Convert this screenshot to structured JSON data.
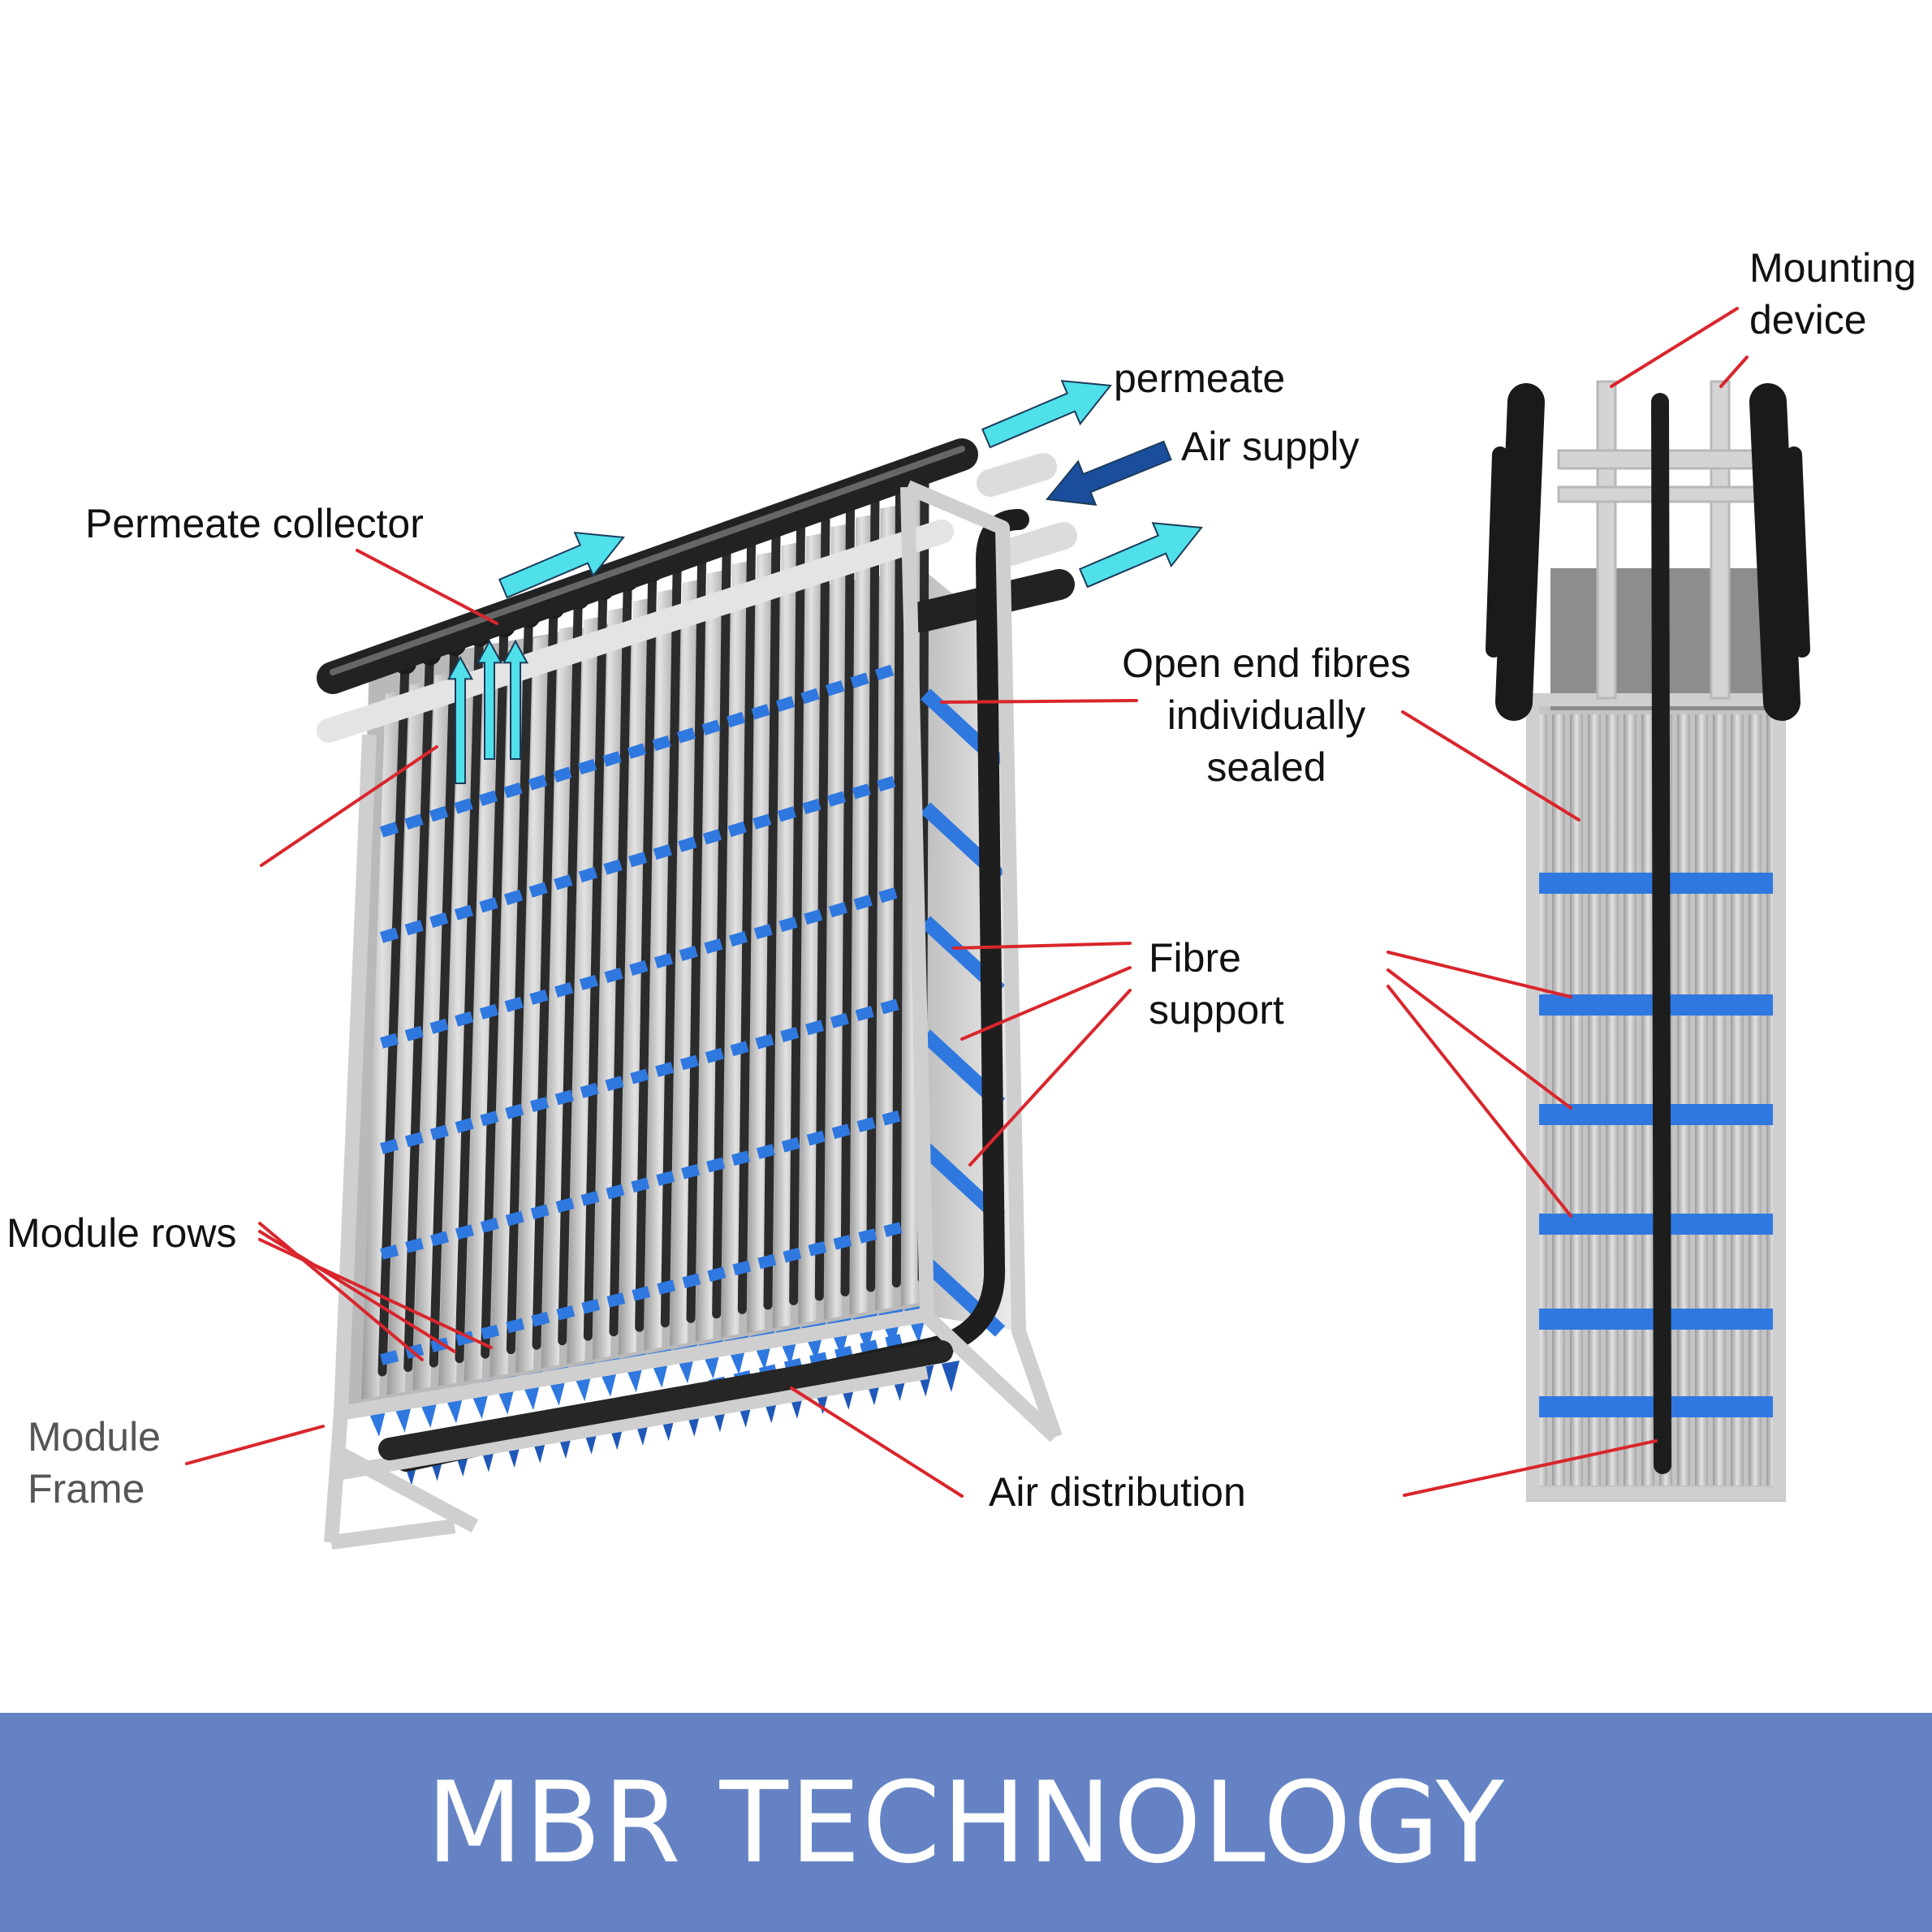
{
  "labels": {
    "permeate": "permeate",
    "air_supply": "Air supply",
    "permeate_collector": "Permeate collector",
    "open_end_fibres": [
      "Open end fibres",
      "individually",
      "sealed"
    ],
    "fibre_support": [
      "Fibre",
      "support"
    ],
    "module_rows": "Module rows",
    "module_frame": [
      "Module",
      "Frame"
    ],
    "air_distribution": "Air distribution",
    "mounting_device": [
      "Mounting",
      "device"
    ]
  },
  "banner": {
    "title": "MBR TECHNOLOGY"
  },
  "colors": {
    "banner_bg": "#6583c4",
    "leader_line": "#d9262c",
    "flow_arrow": "#4fe0ea",
    "air_arrow": "#1a4e9c",
    "fibre_support": "#2f78e0",
    "pipe": "#2b2b2b",
    "frame": "#c8c8c8"
  },
  "icons": [
    "permeate-flow-arrow",
    "air-supply-arrow"
  ]
}
